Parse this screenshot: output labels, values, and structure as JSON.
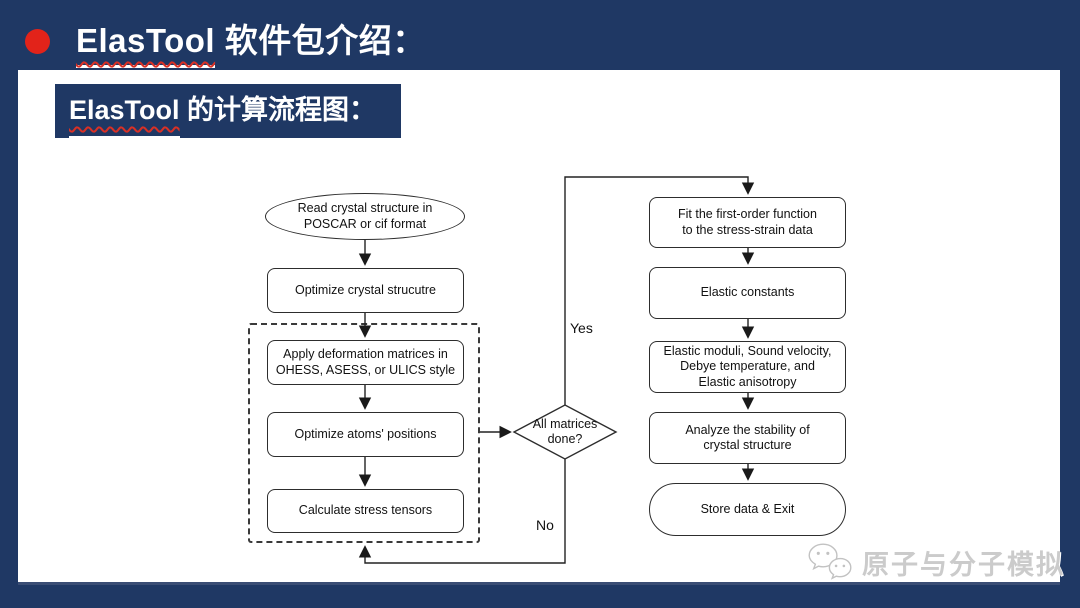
{
  "header": {
    "brand": "ElasTool",
    "rest": " 软件包介绍："
  },
  "subheader": {
    "brand": "ElasTool",
    "rest": " 的计算流程图："
  },
  "flow": {
    "read": [
      "Read crystal structure in",
      "POSCAR or cif format"
    ],
    "optimize_crystal": "Optimize crystal strucutre",
    "apply_deformation": [
      "Apply deformation matrices in",
      "OHESS, ASESS, or ULICS style"
    ],
    "optimize_atoms": "Optimize atoms' positions",
    "calculate_stress": "Calculate stress tensors",
    "decision": [
      "All matrices",
      "done?"
    ],
    "fit_function": [
      "Fit the first-order function",
      "to the stress-strain data"
    ],
    "elastic_constants": "Elastic constants",
    "elastic_moduli": [
      "Elastic moduli, Sound velocity,",
      "Debye temperature, and",
      "Elastic anisotropy"
    ],
    "analyze_stability": [
      "Analyze the stability of",
      "crystal structure"
    ],
    "store_exit": "Store data & Exit",
    "labels": {
      "yes": "Yes",
      "no": "No"
    }
  },
  "watermark": {
    "text": "原子与分子模拟"
  },
  "colors": {
    "background_navy": "#1F3864",
    "bullet_red": "#E2231A",
    "underline_red": "#D93025",
    "flow_stroke": "#2D2D2D",
    "watermark_gray": "#CBCBCB"
  }
}
